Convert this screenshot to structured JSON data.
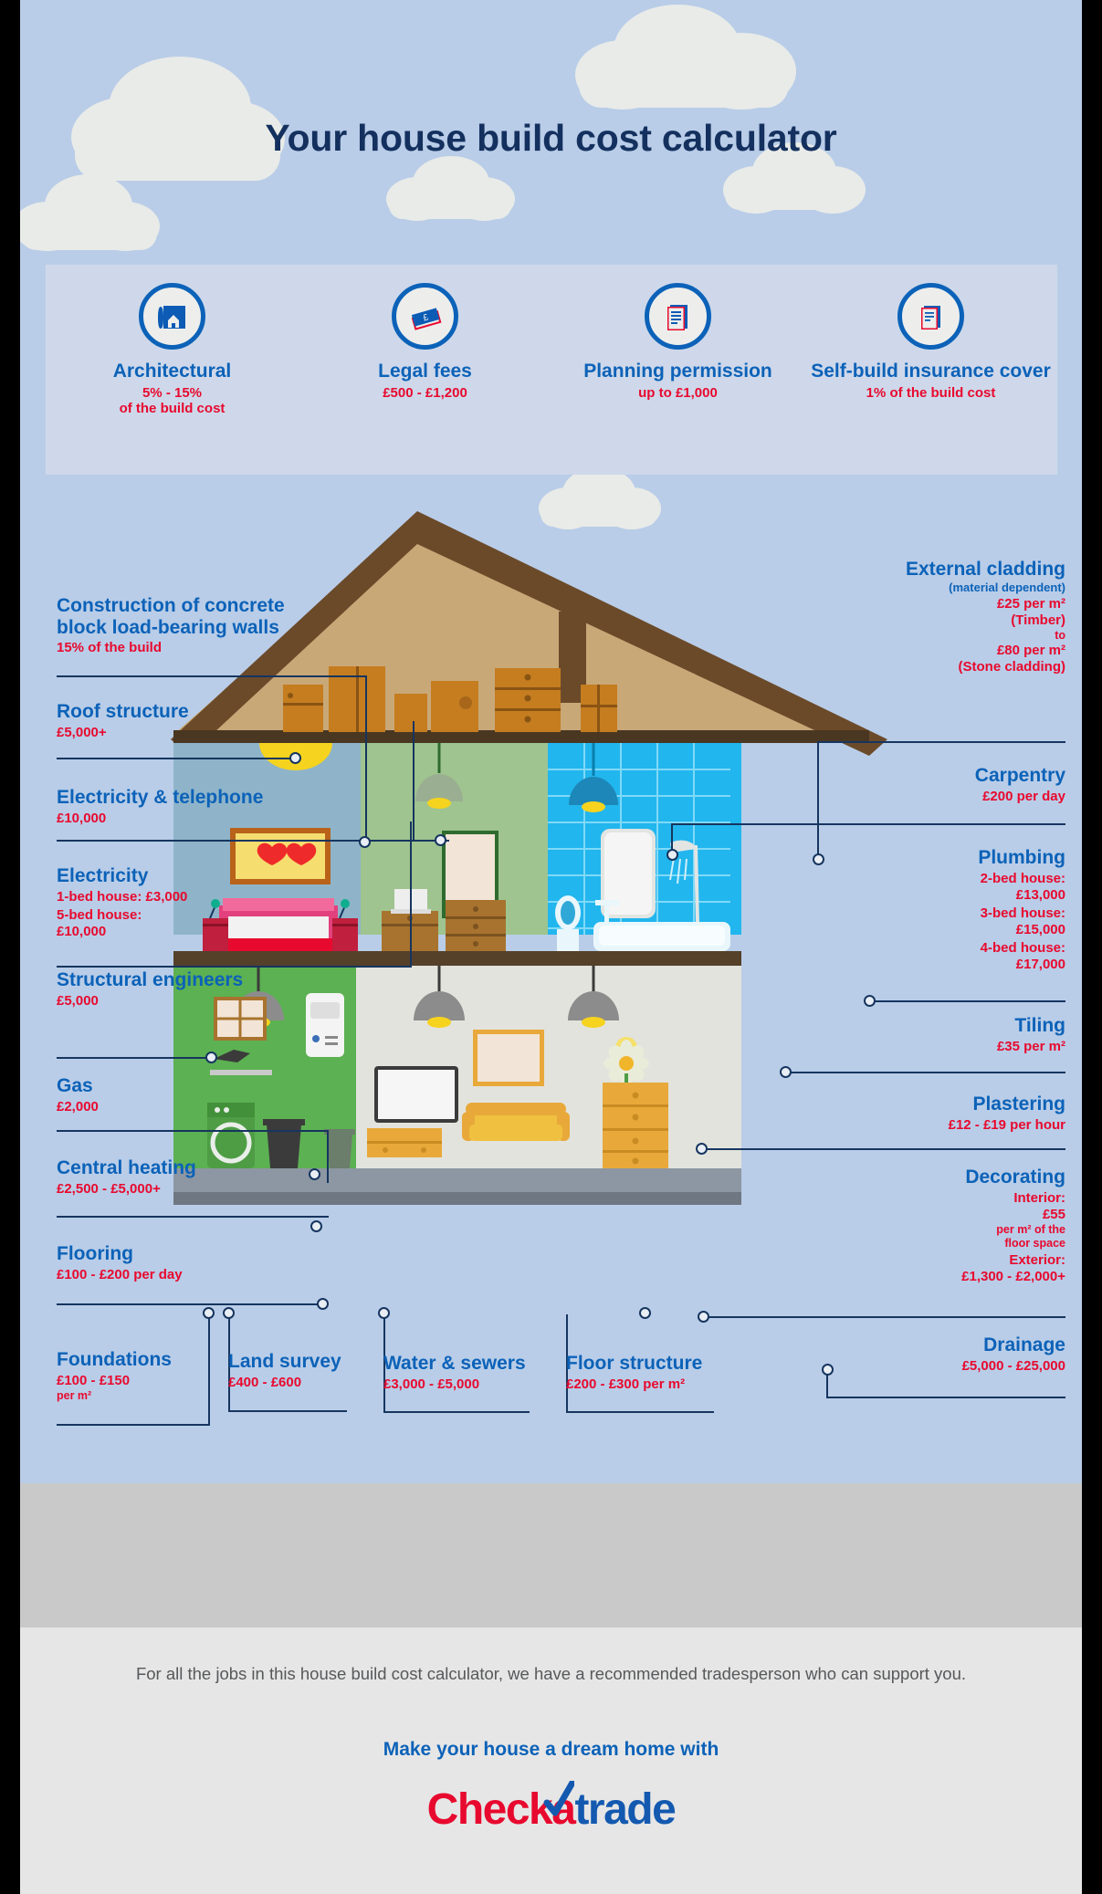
{
  "header": {
    "title": "Your house build cost calculator"
  },
  "cards": [
    {
      "icon": "blueprint-icon",
      "title": "Architectural",
      "value_lines": [
        "5% - 15%",
        "of the build cost"
      ]
    },
    {
      "icon": "banknotes-icon",
      "title": "Legal fees",
      "value_lines": [
        "£500 - £1,200"
      ]
    },
    {
      "icon": "clipboard-icon",
      "title": "Planning permission",
      "value_lines": [
        "up to £1,000"
      ]
    },
    {
      "icon": "certificate-icon",
      "title": "Self-build insurance cover",
      "value_lines": [
        "1% of the build cost"
      ]
    }
  ],
  "left_labels": [
    {
      "title": "Construction of concrete block load-bearing walls",
      "values": [
        "15% of the build"
      ]
    },
    {
      "title": "Roof structure",
      "values": [
        "£5,000+"
      ]
    },
    {
      "title": "Electricity & telephone",
      "values": [
        "£10,000"
      ]
    },
    {
      "title": "Electricity",
      "values": [
        "1-bed house: £3,000",
        "5-bed house:",
        "£10,000"
      ]
    },
    {
      "title": "Structural engineers",
      "values": [
        "£5,000"
      ]
    },
    {
      "title": "Gas",
      "values": [
        "£2,000"
      ]
    },
    {
      "title": "Central heating",
      "values": [
        "£2,500 - £5,000+"
      ]
    },
    {
      "title": "Flooring",
      "values": [
        "£100 - £200 per day"
      ]
    }
  ],
  "right_labels": [
    {
      "title": "External cladding",
      "subtitle": "(material dependent)",
      "values": [
        "£25 per m²",
        "(Timber)",
        "to",
        "£80 per m²",
        "(Stone cladding)"
      ]
    },
    {
      "title": "Carpentry",
      "values": [
        "£200 per day"
      ]
    },
    {
      "title": "Plumbing",
      "values": [
        "2-bed house:",
        "£13,000",
        "3-bed house:",
        "£15,000",
        "4-bed house:",
        "£17,000"
      ]
    },
    {
      "title": "Tiling",
      "values": [
        "£35 per m²"
      ]
    },
    {
      "title": "Plastering",
      "values": [
        "£12 - £19 per hour"
      ]
    },
    {
      "title": "Decorating",
      "values": [
        "Interior:",
        "£55",
        "per m² of the",
        "floor space",
        "Exterior:",
        "£1,300 - £2,000+"
      ]
    },
    {
      "title": "Drainage",
      "values": [
        "£5,000 - £25,000"
      ]
    }
  ],
  "bottom_labels": [
    {
      "title": "Foundations",
      "values": [
        "£100 - £150",
        "per m²"
      ]
    },
    {
      "title": "Land survey",
      "values": [
        "£400 - £600"
      ]
    },
    {
      "title": "Water & sewers",
      "values": [
        "£3,000 - £5,000"
      ]
    },
    {
      "title": "Floor structure",
      "values": [
        "£200 - £300 per m²"
      ]
    }
  ],
  "footer": {
    "text": "For all the jobs in this house build cost calculator, we have a recommended tradesperson who can support you.",
    "cta": "Make your house a dream home with",
    "logo_part1": "Chec",
    "logo_part2": "ka",
    "logo_part3": "trade"
  },
  "colors": {
    "brand_blue": "#0c62b8",
    "brand_red": "#e8092e",
    "title_navy": "#14305e",
    "sky": "#b9cde8",
    "panel": "#ced8ea"
  }
}
